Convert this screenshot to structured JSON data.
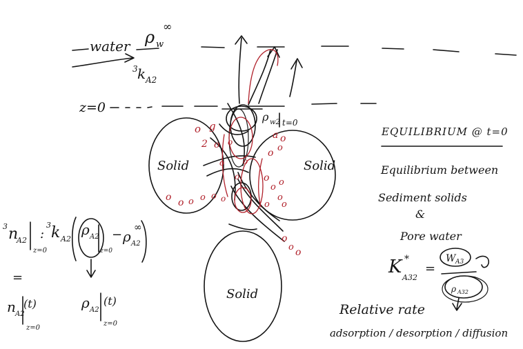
{
  "labels": {
    "water": "water",
    "rho_w_inf": "ρ",
    "rho_w_inf_sub": "w",
    "rho_w_inf_sup": "∞",
    "k_a2_pre": "3",
    "k_a2": "k",
    "k_a2_sub": "A2",
    "z0": "z=0",
    "pore_water_label": "ρ",
    "pore_water_sub": "w2",
    "pore_water_eval": "t=0",
    "solid_left": "Solid",
    "solid_right": "Solid",
    "solid_bottom": "Solid",
    "equilibrium_title": "EQUILIBRIUM @ t=0",
    "note_line1": "Equilibrium between",
    "note_line2": "Sediment solids",
    "note_line3": "&",
    "note_line4": "Pore water",
    "kstar": "K",
    "kstar_sup": "*",
    "kstar_sub": "A32",
    "kstar_eq": "=",
    "w_a3": "W",
    "w_a3_sub": "A3",
    "rho_a32_sub": "A32",
    "relative_rates": "Relative rate",
    "adsorption_line": "adsorption / desorption / diffusion",
    "flux_left": "n",
    "flux_left_pre": "3",
    "flux_left_sub": "A2",
    "flux_left_eval": "z=0",
    "flux_eq_colon": ":",
    "flux_k": "k",
    "flux_k_pre": "3",
    "flux_k_sub": "A2",
    "flux_rho_a2": "ρ",
    "flux_rho_a2_sub": "A2",
    "flux_rho_a2_eval": "z=0",
    "flux_minus": "−",
    "flux_rho_inf": "ρ",
    "flux_rho_inf_sub": "A2",
    "flux_rho_inf_sup": "∞",
    "eq_sign": "=",
    "n_t": "n",
    "n_t_sub": "A2",
    "n_t_arg": "(t)",
    "n_t_eval": "z=0",
    "rho_t": "ρ",
    "rho_t_sub": "A2",
    "rho_t_arg": "(t)",
    "rho_t_eval": "z=0"
  },
  "colors": {
    "ink": "#141414",
    "red_ink": "#b0202a",
    "paper": "#ffffff"
  }
}
